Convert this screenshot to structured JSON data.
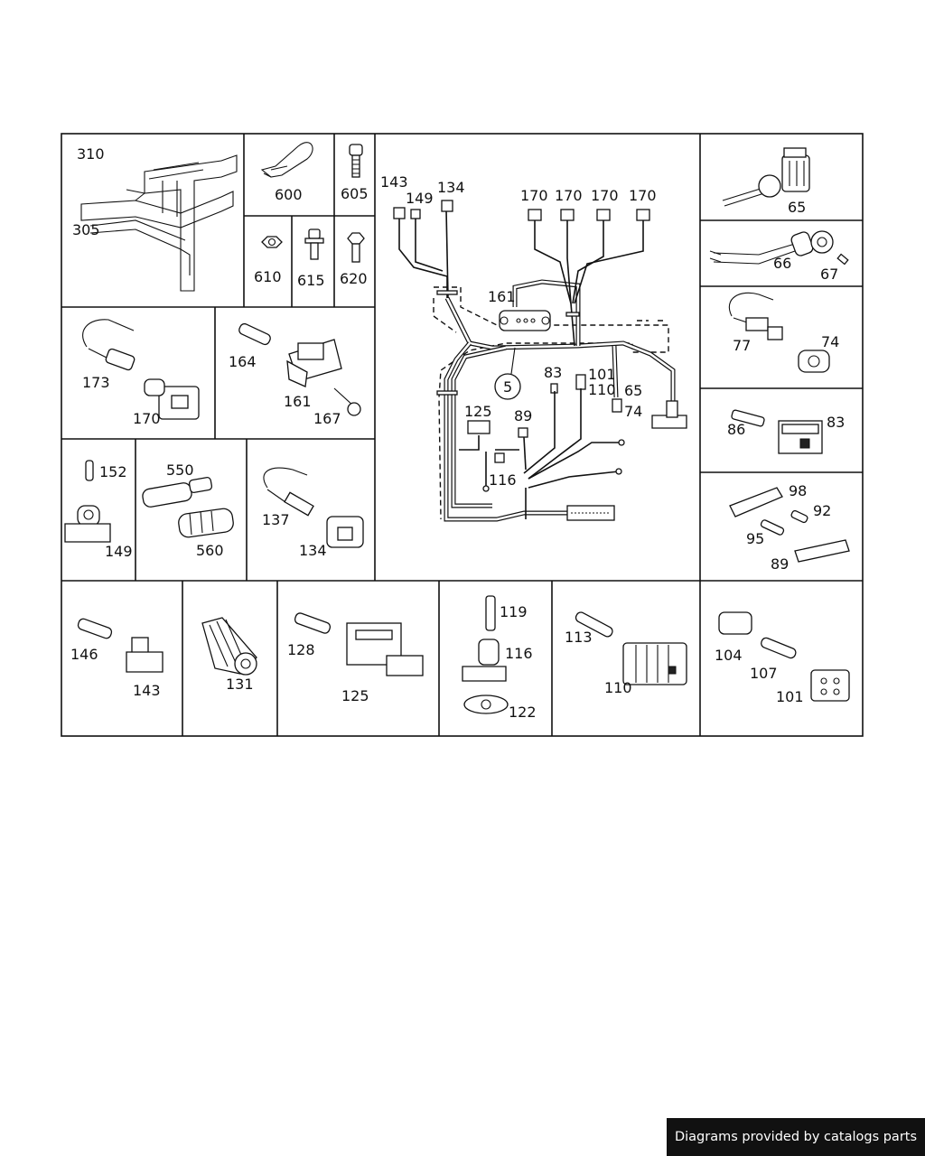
{
  "panels": [
    {
      "id": "p-harness-frame",
      "labels": [
        "310",
        "305"
      ]
    },
    {
      "id": "p-tie",
      "labels": [
        "600"
      ]
    },
    {
      "id": "p-bolt605",
      "labels": [
        "605"
      ]
    },
    {
      "id": "p-nut610",
      "labels": [
        "610"
      ]
    },
    {
      "id": "p-bolt615",
      "labels": [
        "615"
      ]
    },
    {
      "id": "p-bolt620",
      "labels": [
        "620"
      ]
    },
    {
      "id": "p-main",
      "labels": [
        "143",
        "149",
        "134",
        "170",
        "170",
        "170",
        "170",
        "161",
        "5",
        "83",
        "101",
        "110",
        "65",
        "74",
        "125",
        "89",
        "116"
      ]
    },
    {
      "id": "p-65",
      "labels": [
        "65"
      ]
    },
    {
      "id": "p-66",
      "labels": [
        "66",
        "67"
      ]
    },
    {
      "id": "p-77",
      "labels": [
        "77",
        "74"
      ]
    },
    {
      "id": "p-86",
      "labels": [
        "86",
        "83"
      ]
    },
    {
      "id": "p-98",
      "labels": [
        "98",
        "92",
        "95",
        "89"
      ]
    },
    {
      "id": "p-173",
      "labels": [
        "173",
        "170"
      ]
    },
    {
      "id": "p-164",
      "labels": [
        "164",
        "161",
        "167"
      ]
    },
    {
      "id": "p-152",
      "labels": [
        "152",
        "149"
      ]
    },
    {
      "id": "p-550",
      "labels": [
        "550",
        "560"
      ]
    },
    {
      "id": "p-137",
      "labels": [
        "137",
        "134"
      ]
    },
    {
      "id": "p-146",
      "labels": [
        "146",
        "143"
      ]
    },
    {
      "id": "p-131",
      "labels": [
        "131"
      ]
    },
    {
      "id": "p-128",
      "labels": [
        "128",
        "125"
      ]
    },
    {
      "id": "p-119",
      "labels": [
        "119",
        "116",
        "122"
      ]
    },
    {
      "id": "p-113",
      "labels": [
        "113",
        "110"
      ]
    },
    {
      "id": "p-104",
      "labels": [
        "104",
        "107",
        "101"
      ]
    }
  ],
  "credit": "Diagrams provided by catalogs parts"
}
